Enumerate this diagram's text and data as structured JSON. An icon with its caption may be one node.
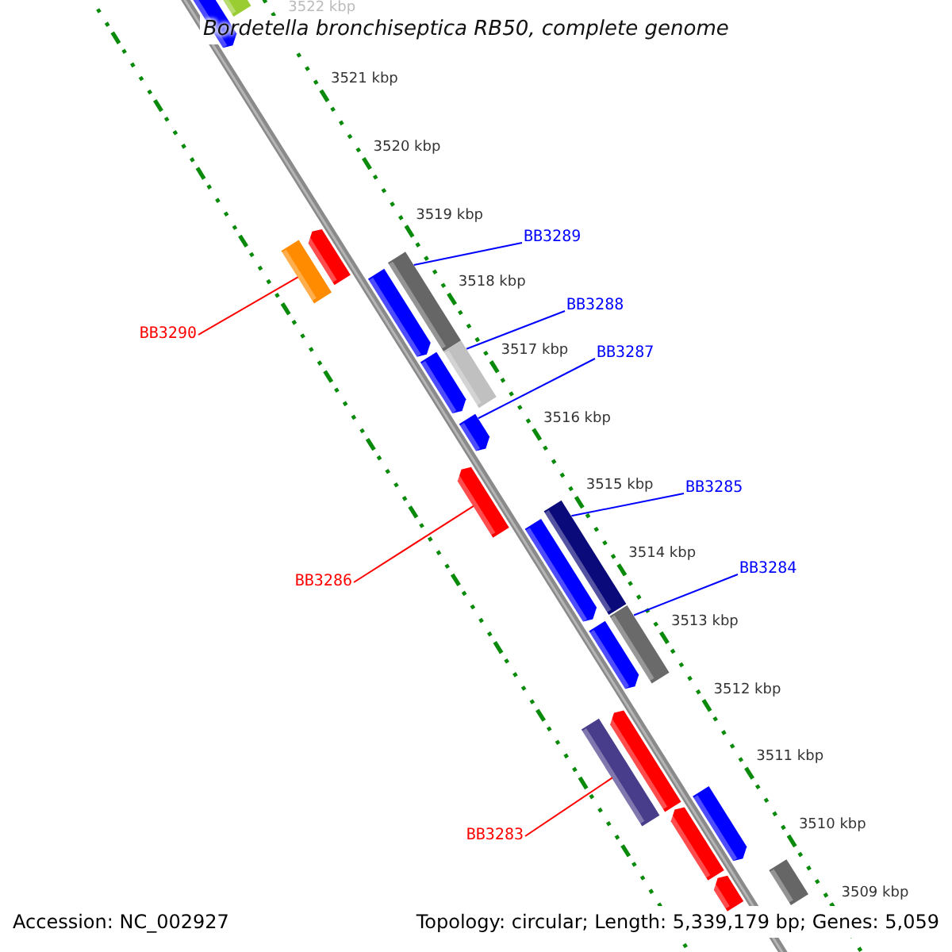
{
  "diagram": {
    "title": "Bordetella bronchiseptica RB50, complete genome",
    "nodes": [
      {
        "text": [
          "BB3289"
        ]
      },
      {
        "text": [
          "BB3288"
        ]
      },
      {
        "text": [
          "BB3287"
        ]
      },
      {
        "text": [
          "BB3290"
        ]
      },
      {
        "text": [
          "BB3285"
        ]
      },
      {
        "text": [
          "BB3286"
        ]
      },
      {
        "text": [
          "BB3284"
        ]
      },
      {
        "text": [
          "BB3283"
        ]
      },
      {
        "text": [],
        "shape": "pentagon"
      },
      {
        "text": [],
        "shape": "bar"
      },
      {
        "text": [],
        "shape": "bar"
      },
      {
        "text": [],
        "shape": "pentagon"
      },
      {
        "text": [],
        "shape": "bar"
      },
      {
        "text": [],
        "shape": "pentagon"
      },
      {
        "text": [],
        "shape": "pentagon"
      },
      {
        "text": [],
        "shape": "bar"
      },
      {
        "text": [],
        "shape": "pentagon"
      },
      {
        "text": [],
        "shape": "pentagon"
      },
      {
        "text": [],
        "shape": "bar"
      },
      {
        "text": [],
        "shape": "pentagon"
      },
      {
        "text": [],
        "shape": "bar"
      },
      {
        "text": [],
        "shape": "pentagon"
      },
      {
        "text": [],
        "shape": "bar"
      },
      {
        "text": [],
        "shape": "pentagon"
      },
      {
        "text": [],
        "shape": "pentagon"
      },
      {
        "text": [],
        "shape": "pentagon"
      },
      {
        "text": [],
        "shape": "pentagon"
      },
      {
        "text": [],
        "shape": "bar"
      }
    ],
    "edges": [
      {
        "from": 3,
        "to": 10,
        "arrow": "none",
        "color": "#ff0000"
      },
      {
        "from": 0,
        "to": 12,
        "arrow": "none",
        "color": "#0000ff"
      },
      {
        "from": 1,
        "to": 15,
        "arrow": "none",
        "color": "#0000ff"
      },
      {
        "from": 2,
        "to": 16,
        "arrow": "none",
        "color": "#0000ff"
      },
      {
        "from": 5,
        "to": 17,
        "arrow": "none",
        "color": "#ff0000"
      },
      {
        "from": 4,
        "to": 18,
        "arrow": "none",
        "color": "#0000ff"
      },
      {
        "from": 6,
        "to": 20,
        "arrow": "none",
        "color": "#0000ff"
      },
      {
        "from": 7,
        "to": 22,
        "arrow": "none",
        "color": "#ff0000"
      }
    ],
    "labels": [
      "3522 kbp",
      "3521 kbp",
      "3520 kbp",
      "3519 kbp",
      "3518 kbp",
      "3517 kbp",
      "3516 kbp",
      "3515 kbp",
      "3514 kbp",
      "3513 kbp",
      "3512 kbp",
      "3511 kbp",
      "3510 kbp",
      "3509 kbp",
      "Accession: NC_002927",
      "Topology: circular; Length: 5,339,179 bp; Genes: 5,059"
    ]
  }
}
